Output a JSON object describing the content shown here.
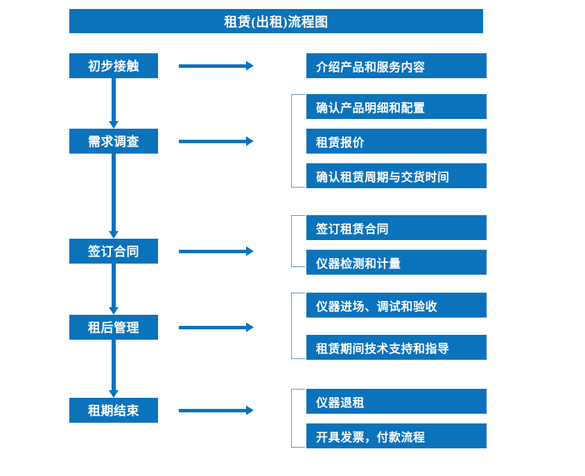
{
  "diagram": {
    "title": "租赁(出租)流程图",
    "accent_color": "#0B72BC",
    "bracket_color": "#5B8FC9",
    "text_color": "#FFFFFF",
    "background_color": "#FFFFFF"
  },
  "stages": [
    {
      "label": "初步接触"
    },
    {
      "label": "需求调查"
    },
    {
      "label": "签订合同"
    },
    {
      "label": "租后管理"
    },
    {
      "label": "租期结束"
    }
  ],
  "details": [
    {
      "label": "介绍产品和服务内容"
    },
    {
      "label": "确认产品明细和配置"
    },
    {
      "label": "租赁报价"
    },
    {
      "label": "确认租赁周期与交货时间"
    },
    {
      "label": "签订租赁合同"
    },
    {
      "label": "仪器检测和计量"
    },
    {
      "label": "仪器进场、调试和验收"
    },
    {
      "label": "租赁期间技术支持和指导"
    },
    {
      "label": "仪器退租"
    },
    {
      "label": "开具发票，付款流程"
    }
  ],
  "connectors": {
    "stage_to_detail_arrow": "right-arrow",
    "stage_to_stage_arrow": "down-arrow",
    "detail_group_bracket": "left-bracket"
  }
}
